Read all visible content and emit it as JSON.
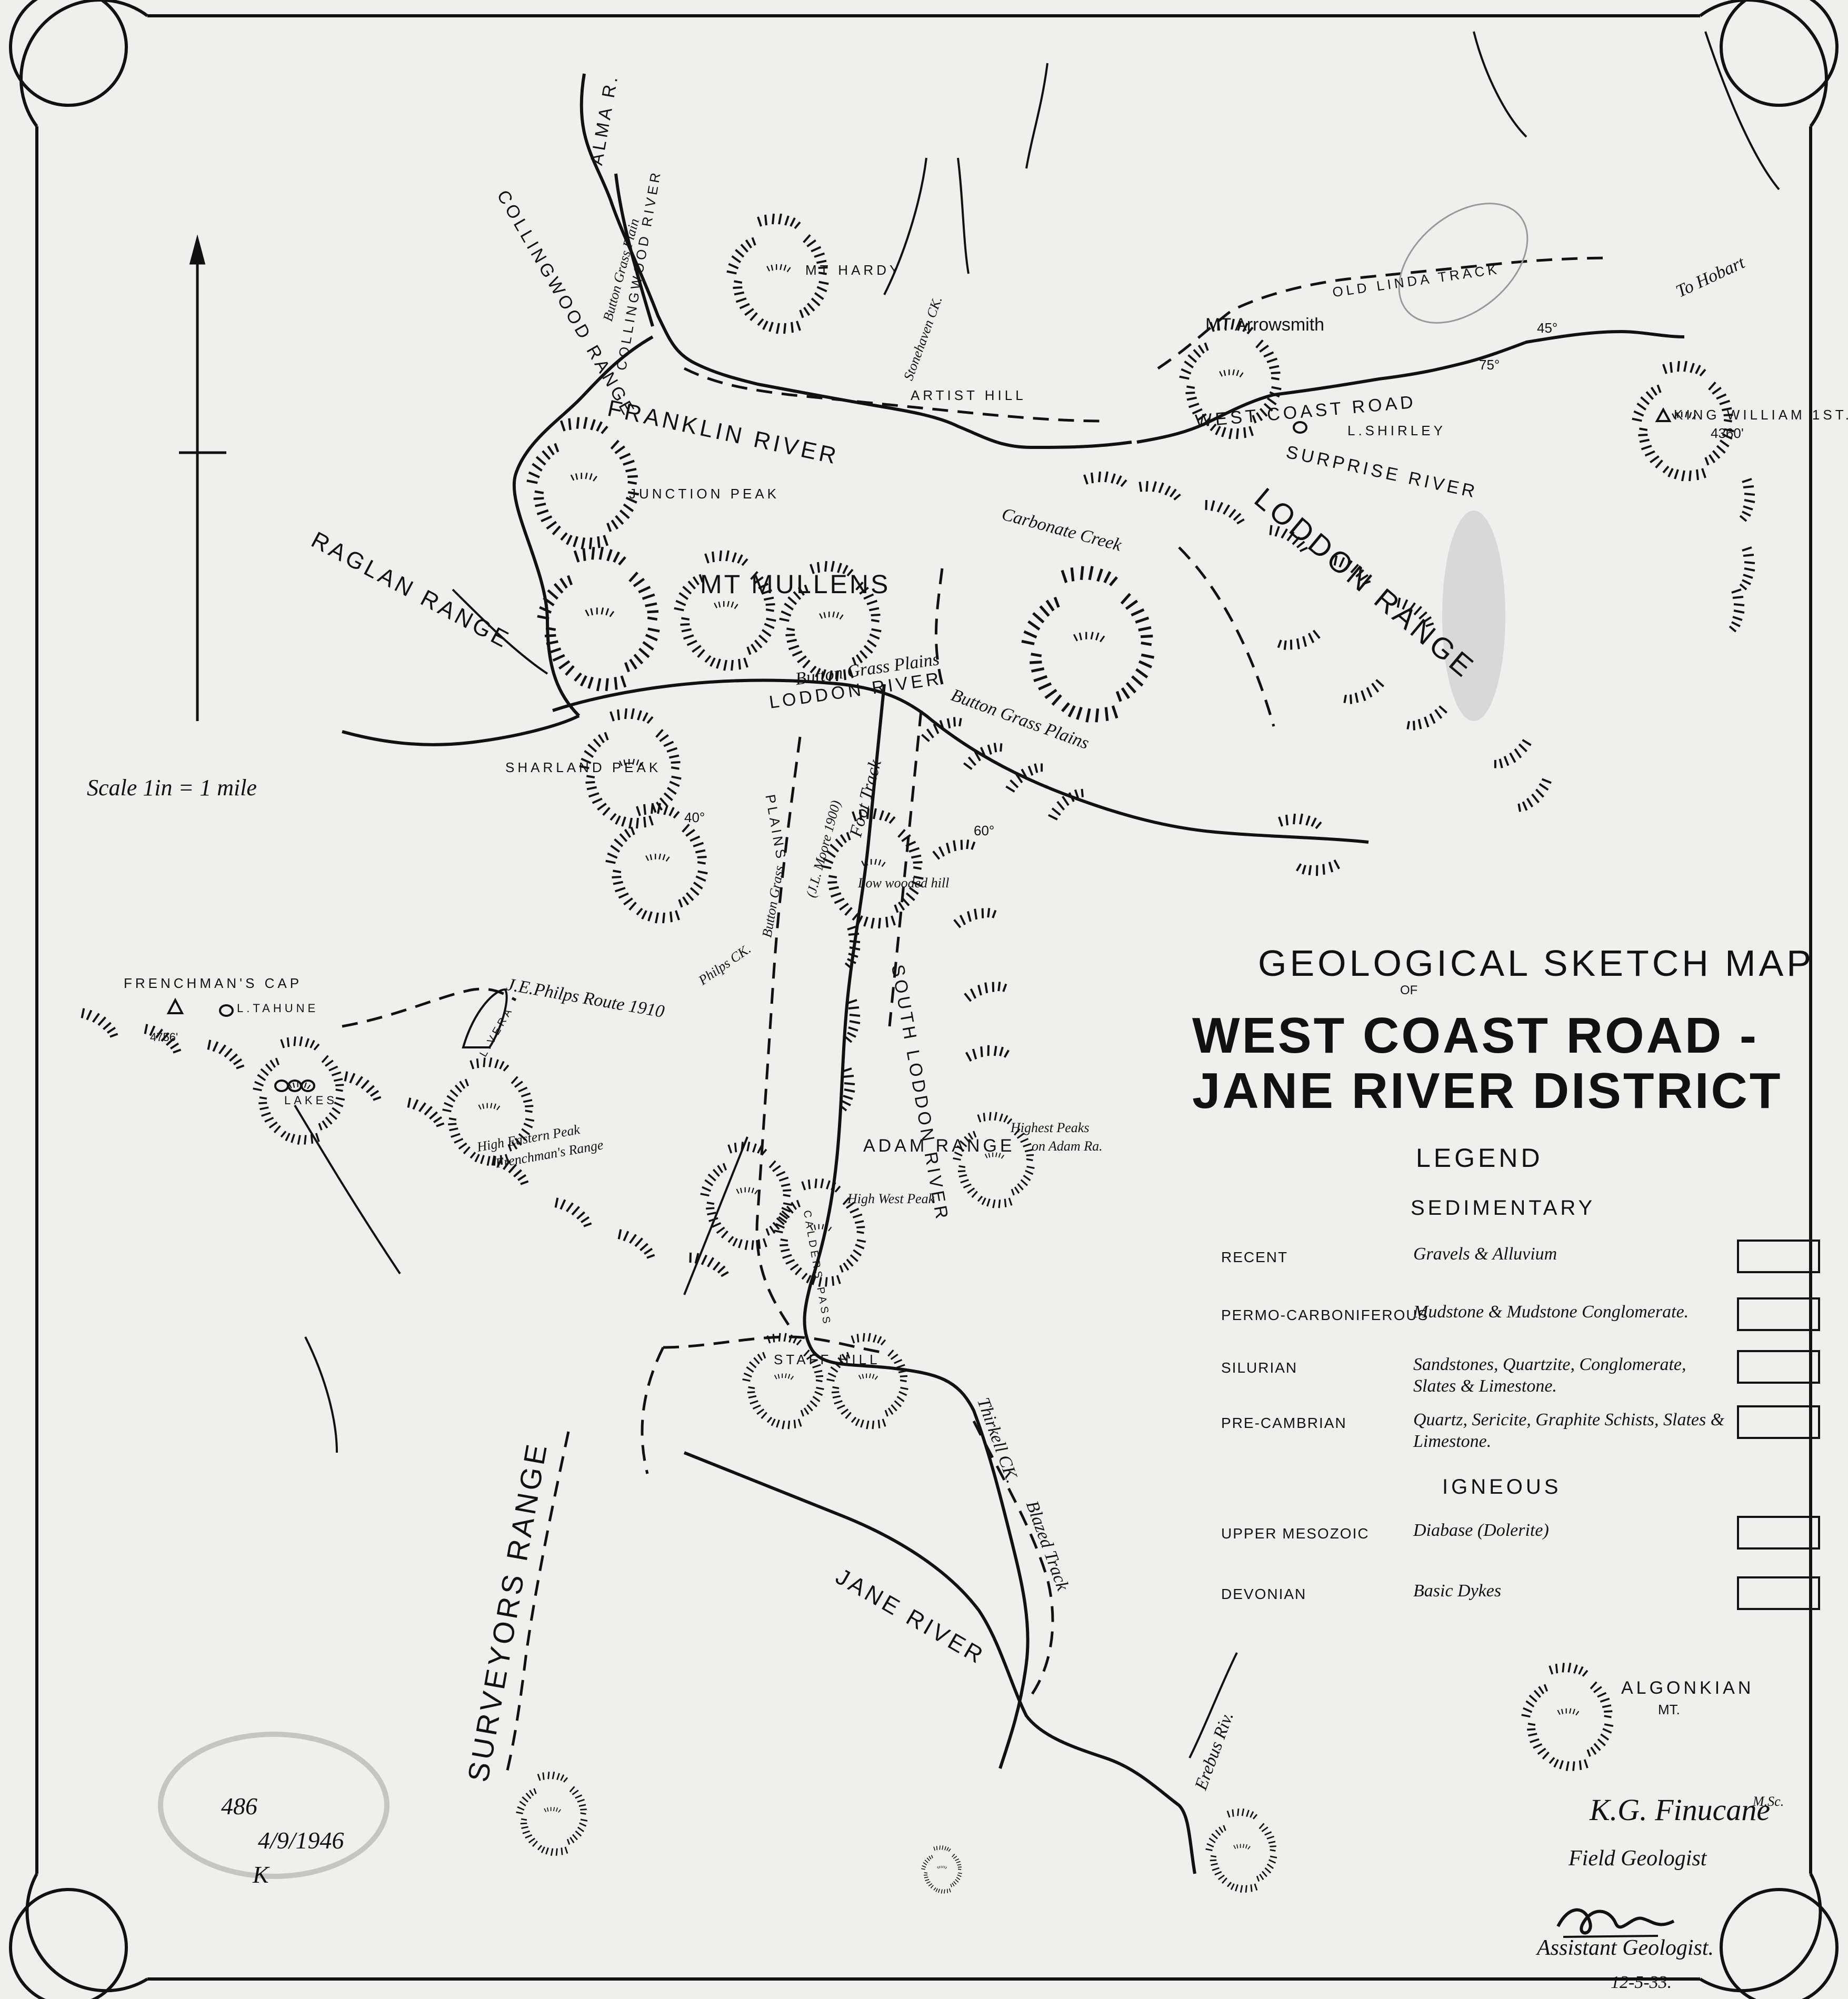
{
  "map": {
    "title_line1": "GEOLOGICAL SKETCH MAP",
    "title_of": "OF",
    "title_line2": "WEST COAST ROAD -",
    "title_line3": "JANE RIVER DISTRICT",
    "scale": "Scale  1in = 1 mile"
  },
  "legend": {
    "heading": "LEGEND",
    "sedimentary": "SEDIMENTARY",
    "igneous": "IGNEOUS",
    "rows": [
      {
        "age": "RECENT",
        "description": "Gravels & Alluvium"
      },
      {
        "age": "PERMO-CARBONIFEROUS",
        "description": "Mudstone & Mudstone Conglomerate."
      },
      {
        "age": "SILURIAN",
        "description": "Sandstones, Quartzite, Conglomerate, Slates & Limestone."
      },
      {
        "age": "PRE-CAMBRIAN",
        "description": "Quartz, Sericite, Graphite Schists, Slates & Limestone."
      },
      {
        "age": "UPPER MESOZOIC",
        "description": "Diabase (Dolerite)"
      },
      {
        "age": "DEVONIAN",
        "description": "Basic Dykes"
      }
    ],
    "algonkian_label": "ALGONKIAN",
    "algonkian_sub": "MT."
  },
  "places": {
    "mt_hardy": "MT HARDY",
    "artist_hill": "ARTIST HILL",
    "mt_arrowsmith": "MT Arrowsmith",
    "old_linda_track": "OLD LINDA TRACK",
    "to_hobart": "To Hobart",
    "king_william": "KING WILLIAM 1ST.",
    "king_william_height": "4360'",
    "west_coast_road": "WEST COAST ROAD",
    "l_shirley": "L.SHIRLEY",
    "surprise_river": "SURPRISE RIVER",
    "loddon_range": "LODDON RANGE",
    "franklin_river": "FRANKLIN RIVER",
    "junction_peak": "JUNCTION PEAK",
    "mt_mullens": "MT MULLENS",
    "raglan_range": "RAGLAN RANGE",
    "collingwood_range": "COLLINGWOOD RANGE",
    "collingwood_river": "COLLINGWOOD RIVER",
    "alma_r": "ALMA R.",
    "stonehaven_ck": "Stonehaven CK.",
    "button_grass_plain": "Button Grass Plain",
    "carbonate_creek": "Carbonate Creek",
    "button_grass_plains": "Button Grass Plains",
    "loddon_river": "LODDON RIVER",
    "button_grass_plains_2": "Button Grass Plains",
    "sharland_peak": "SHARLAND PEAK",
    "foot_track": "Foot Track",
    "jl_moore": "(J.L. Moore 1900)",
    "plains": "PLAINS",
    "button_grass": "Button Grass",
    "low_wooded_hill": "Low wooded hill",
    "philps_ck": "Philps CK.",
    "frenchmans_cap": "FRENCHMAN'S CAP",
    "frenchmans_height": "4756'",
    "l_tahune": "L.TAHUNE",
    "jephiles_route": "J.E.Philps Route 1910",
    "l_vera": "L.VERA",
    "lakes": "LAKES",
    "high_eastern_peak": "High Eastern Peak",
    "frenchmans_range": "Frenchman's Range",
    "south_loddon_river": "SOUTH LODDON RIVER",
    "adam_range": "ADAM RANGE",
    "highest_peaks": "Highest Peaks",
    "on_adam_ra": "on Adam Ra.",
    "high_west_peak": "High West Peak",
    "calders_pass": "CALDERS PASS",
    "staff_hill": "STAFF HILL",
    "thirkell_ck": "Thirkell CK.",
    "blazed_track": "Blazed Track",
    "jane_river": "JANE RIVER",
    "erebus_riv": "Erebus Riv.",
    "surveyors_range": "SURVEYORS RANGE",
    "dip_1": "40°",
    "dip_2": "60°",
    "dip_3": "75°",
    "dip_4": "45°"
  },
  "signatures": {
    "field_sig": "K.G. Finucane",
    "field_deg": "M.Sc.",
    "field_title": "Field Geologist",
    "assistant_title": "Assistant Geologist.",
    "date": "12-5-33."
  },
  "stamp": {
    "number": "486",
    "date": "4/9/1946",
    "initial": "K"
  }
}
